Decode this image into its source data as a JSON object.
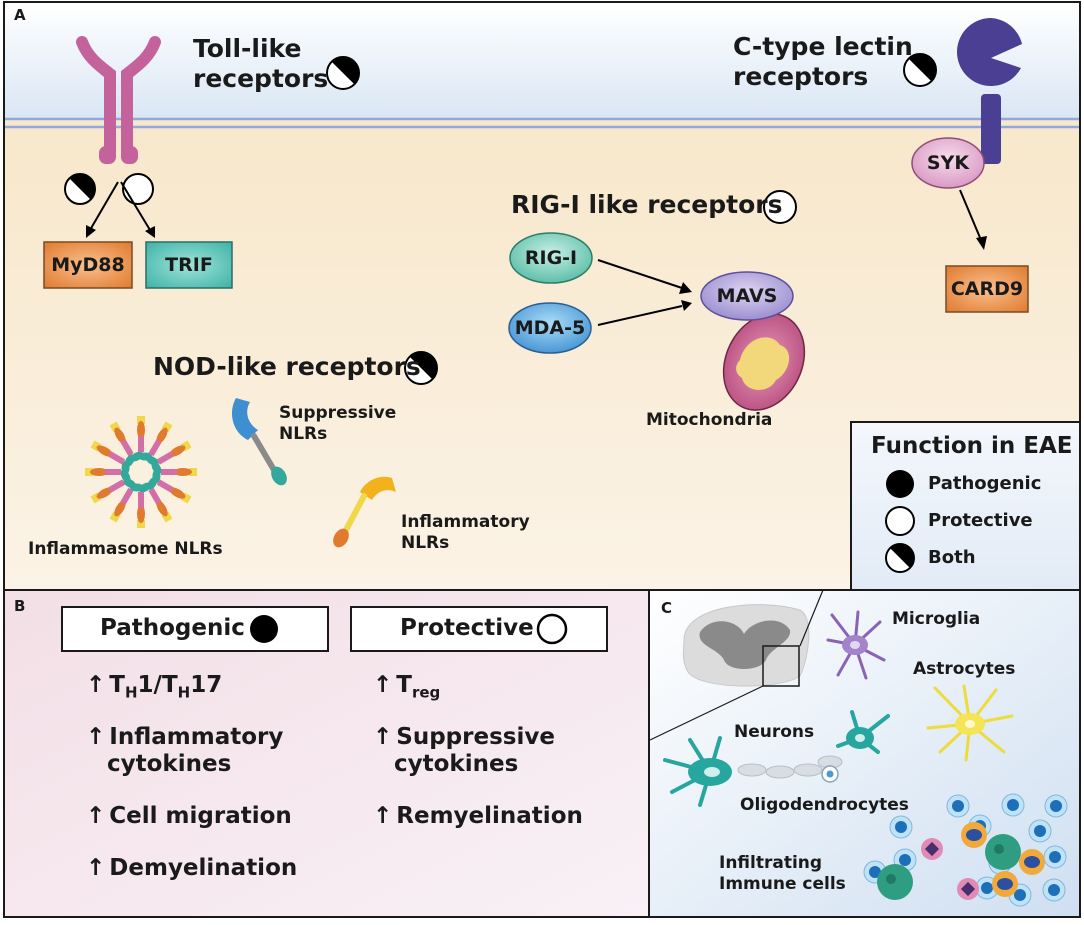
{
  "panel_a": {
    "letter": "A",
    "tlr": {
      "title_line1": "Toll-like",
      "title_line2": "receptors",
      "adaptor1": "MyD88",
      "adaptor2": "TRIF"
    },
    "clr": {
      "title_line1": "C-type lectin",
      "title_line2": "receptors",
      "kinase": "SYK",
      "adaptor": "CARD9"
    },
    "rlr": {
      "title": "RIG-I like receptors",
      "sensor1": "RIG-I",
      "sensor2": "MDA-5",
      "adaptor": "MAVS",
      "organelle": "Mitochondria"
    },
    "nlr": {
      "title": "NOD-like receptors",
      "suppressive_line1": "Suppressive",
      "suppressive_line2": "NLRs",
      "inflammatory_line1": "Inflammatory",
      "inflammatory_line2": "NLRs",
      "inflammasome": "Inflammasome NLRs"
    },
    "legend": {
      "title": "Function in EAE",
      "pathogenic": "Pathogenic",
      "protective": "Protective",
      "both": "Both"
    }
  },
  "panel_b": {
    "letter": "B",
    "pathogenic": {
      "header": "Pathogenic",
      "items": [
        {
          "pre": "T",
          "sub1": "H",
          "mid": "1/T",
          "sub2": "H",
          "post": "17"
        },
        {
          "line1": "Inflammatory",
          "line2": "cytokines"
        },
        {
          "line1": "Cell migration"
        },
        {
          "line1": "Demyelination"
        }
      ]
    },
    "protective": {
      "header": "Protective",
      "items": [
        {
          "pre": "T",
          "sub": "reg"
        },
        {
          "line1": "Suppressive",
          "line2": "cytokines"
        },
        {
          "line1": "Remyelination"
        }
      ]
    }
  },
  "panel_c": {
    "letter": "C",
    "microglia": "Microglia",
    "astrocytes": "Astrocytes",
    "neurons": "Neurons",
    "oligodendrocytes": "Oligodendrocytes",
    "immune_line1": "Infiltrating",
    "immune_line2": "Immune cells"
  },
  "colors": {
    "membrane": "#8fa9de",
    "extracellular_top": "#dfeaf6",
    "cytoplasm": "#f8ecd3",
    "tlr": "#c4639b",
    "clr": "#4b3f93",
    "myd88": "#ea8c45",
    "trif": "#4dbfb3",
    "rig": "#5fc2b0",
    "mda5": "#4a9ad6",
    "mavs": "#a99ad6",
    "syk": "#dca3c9",
    "card9": "#e8843c",
    "panel_b_bg": "#f6e6ec",
    "panel_c_bg": "#e4edf8"
  }
}
